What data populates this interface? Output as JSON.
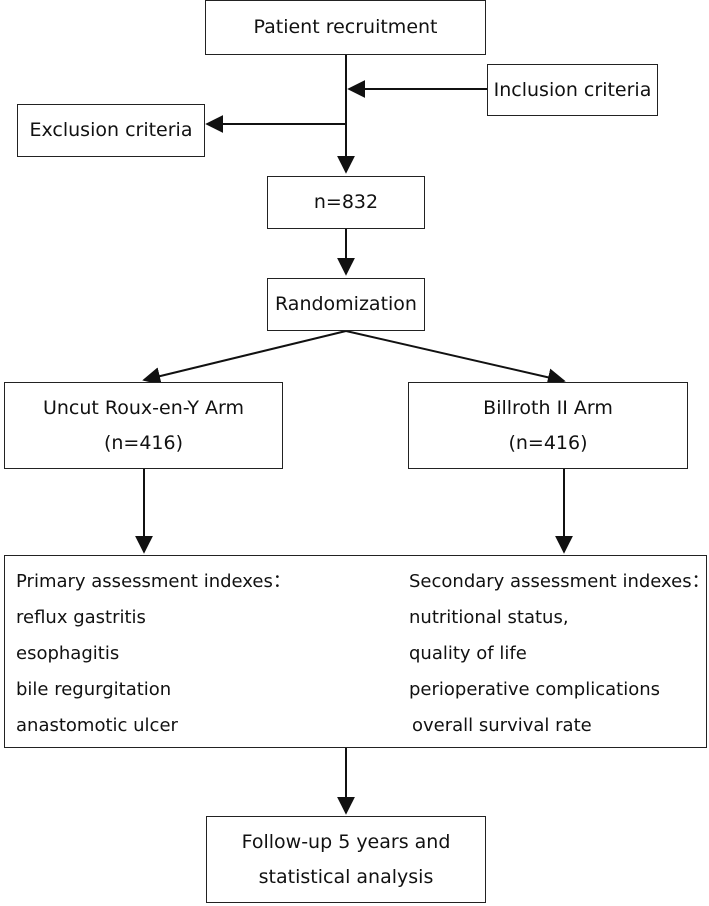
{
  "boxes": {
    "recruitment": "Patient recruitment",
    "inclusion": "Inclusion criteria",
    "exclusion": "Exclusion criteria",
    "enrolled": "n=832",
    "randomization": "Randomization",
    "arm_a": {
      "title": "Uncut Roux-en-Y Arm",
      "count": "(n=416)"
    },
    "arm_b": {
      "title": "Billroth II Arm",
      "count": "(n=416)"
    },
    "followup": {
      "line1": "Follow-up 5 years and",
      "line2": "statistical analysis"
    }
  },
  "assessment": {
    "primary": {
      "heading": "Primary assessment indexes：",
      "items": [
        "reflux gastritis",
        "esophagitis",
        "bile regurgitation",
        "anastomotic ulcer"
      ]
    },
    "secondary": {
      "heading": "Secondary assessment indexes：",
      "items": [
        "nutritional status,",
        "quality of life",
        "perioperative complications",
        "overall survival rate"
      ]
    }
  }
}
